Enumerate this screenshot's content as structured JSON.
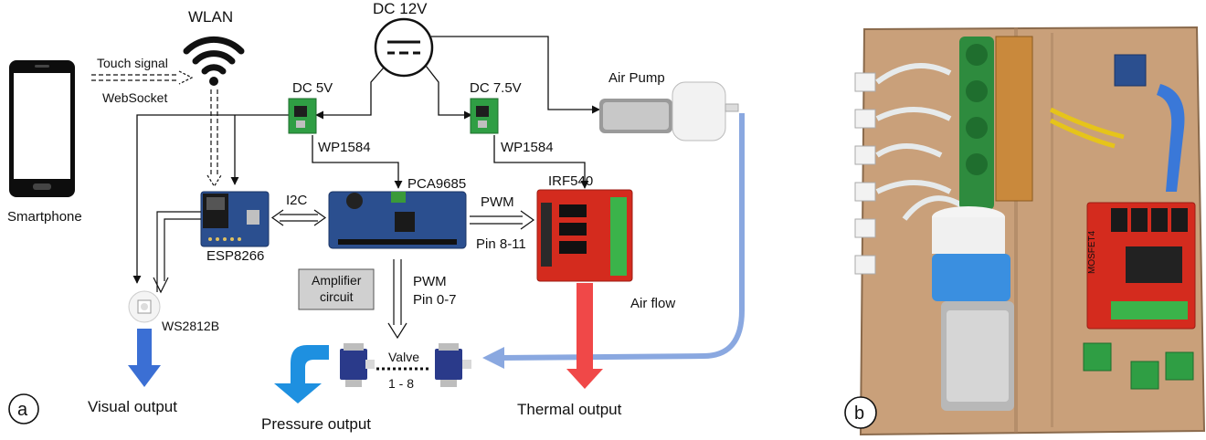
{
  "panel_a": {
    "letter": "a",
    "labels": {
      "wlan": "WLAN",
      "dc12": "DC 12V",
      "dc5": "DC 5V",
      "dc75": "DC 7.5V",
      "wp1": "WP1584",
      "wp2": "WP1584",
      "touch": "Touch signal",
      "websocket": "WebSocket",
      "smartphone": "Smartphone",
      "esp": "ESP8266",
      "i2c": "I2C",
      "pca": "PCA9685",
      "irf": "IRF540",
      "pwm1": "PWM",
      "pin811": "Pin 8-11",
      "amp1": "Amplifier",
      "amp2": "circuit",
      "pwm2": "PWM",
      "pin07": "Pin 0-7",
      "airpump": "Air Pump",
      "airflow": "Air flow",
      "ws": "WS2812B",
      "valve": "Valve",
      "valvenum": "1 - 8",
      "visual": "Visual output",
      "pressure": "Pressure output",
      "thermal": "Thermal output"
    },
    "colors": {
      "pcb_green": "#2f9e44",
      "pca_blue": "#2b4f8f",
      "mosfet_red": "#d42b1e",
      "visual_arrow": "#3b6fd4",
      "pressure_arrow": "#1e90e0",
      "thermal_arrow": "#f04848",
      "airflow_line": "#8aa8e0",
      "amp_box": "#d0d0d0"
    }
  },
  "panel_b": {
    "letter": "b",
    "silkscreen": "MOSFET4"
  }
}
